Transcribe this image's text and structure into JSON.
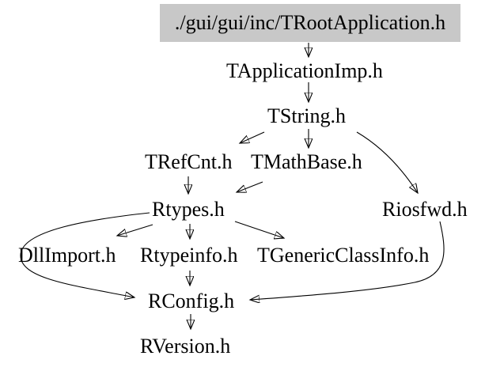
{
  "diagram": {
    "title_node": "./gui/gui/inc/TRootApplication.h",
    "colors": {
      "background": "#ffffff",
      "root_fill": "#c8c8c8",
      "edge": "#000000",
      "text": "#000000"
    },
    "nodes": [
      {
        "id": "root",
        "label": "./gui/gui/inc/TRootApplication.h",
        "highlighted": true
      },
      {
        "id": "tapplicationimp",
        "label": "TApplicationImp.h"
      },
      {
        "id": "tstring",
        "label": "TString.h"
      },
      {
        "id": "trefcnt",
        "label": "TRefCnt.h"
      },
      {
        "id": "tmathbase",
        "label": "TMathBase.h"
      },
      {
        "id": "rtypes",
        "label": "Rtypes.h"
      },
      {
        "id": "riosfwd",
        "label": "Riosfwd.h"
      },
      {
        "id": "dllimport",
        "label": "DllImport.h"
      },
      {
        "id": "rtypeinfo",
        "label": "Rtypeinfo.h"
      },
      {
        "id": "tgenericclassinfo",
        "label": "TGenericClassInfo.h"
      },
      {
        "id": "rconfig",
        "label": "RConfig.h"
      },
      {
        "id": "rversion",
        "label": "RVersion.h"
      }
    ],
    "edges": [
      {
        "from": "./gui/gui/inc/TRootApplication.h",
        "to": "TApplicationImp.h"
      },
      {
        "from": "TApplicationImp.h",
        "to": "TString.h"
      },
      {
        "from": "TString.h",
        "to": "TRefCnt.h"
      },
      {
        "from": "TString.h",
        "to": "TMathBase.h"
      },
      {
        "from": "TString.h",
        "to": "Riosfwd.h"
      },
      {
        "from": "TRefCnt.h",
        "to": "Rtypes.h"
      },
      {
        "from": "TMathBase.h",
        "to": "Rtypes.h"
      },
      {
        "from": "Rtypes.h",
        "to": "DllImport.h"
      },
      {
        "from": "Rtypes.h",
        "to": "Rtypeinfo.h"
      },
      {
        "from": "Rtypes.h",
        "to": "TGenericClassInfo.h"
      },
      {
        "from": "Rtypes.h",
        "to": "RConfig.h"
      },
      {
        "from": "Rtypeinfo.h",
        "to": "RConfig.h"
      },
      {
        "from": "Riosfwd.h",
        "to": "RConfig.h"
      },
      {
        "from": "RConfig.h",
        "to": "RVersion.h"
      }
    ]
  }
}
